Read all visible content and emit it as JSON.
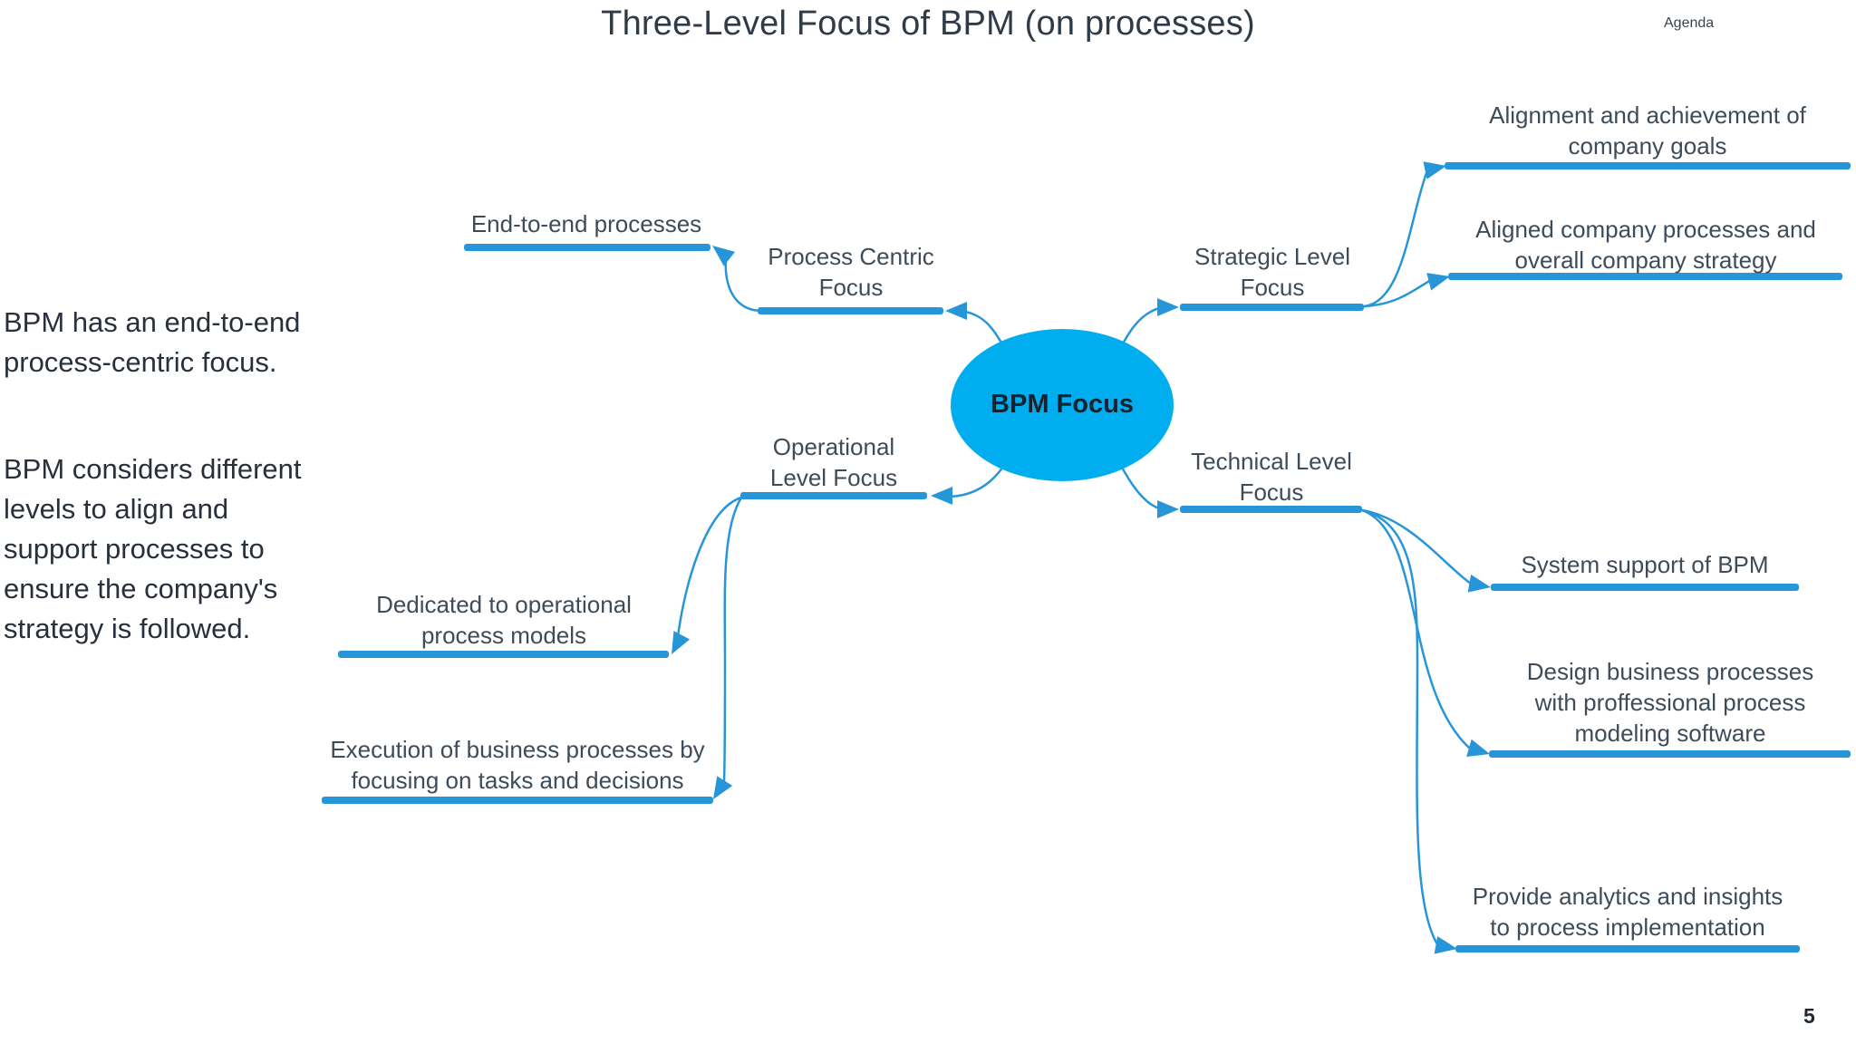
{
  "slide": {
    "title": "Three-Level Focus of BPM (on processes)",
    "corner_label": "Agenda",
    "page_number": "5"
  },
  "notes": {
    "note1": "BPM has an end-to-end\nprocess-centric focus.",
    "note2": "BPM considers different\nlevels to align and\nsupport processes to\nensure the company's\nstrategy is followed."
  },
  "colors": {
    "accent_blue": "#2796D8",
    "ellipse_fill": "#00AEEF",
    "label_text": "#3E4C59",
    "body_text": "#28313B"
  },
  "diagram": {
    "center": {
      "label": "BPM Focus"
    },
    "branches": {
      "process_centric": {
        "label": "Process Centric\nFocus"
      },
      "end_to_end": {
        "label": "End-to-end processes"
      },
      "strategic": {
        "label": "Strategic Level\nFocus"
      },
      "alignment": {
        "label": "Alignment and achievement of\ncompany goals"
      },
      "aligned": {
        "label": "Aligned company processes and\noverall company strategy"
      },
      "operational": {
        "label": "Operational\nLevel Focus"
      },
      "dedicated": {
        "label": "Dedicated to operational\nprocess models"
      },
      "execution": {
        "label": "Execution of business processes by\nfocusing on tasks and decisions"
      },
      "technical": {
        "label": "Technical Level\nFocus"
      },
      "system": {
        "label": "System support of BPM"
      },
      "design": {
        "label": "Design business processes\nwith proffessional process\nmodeling software"
      },
      "provide": {
        "label": "Provide analytics and insights\nto process implementation"
      }
    }
  }
}
